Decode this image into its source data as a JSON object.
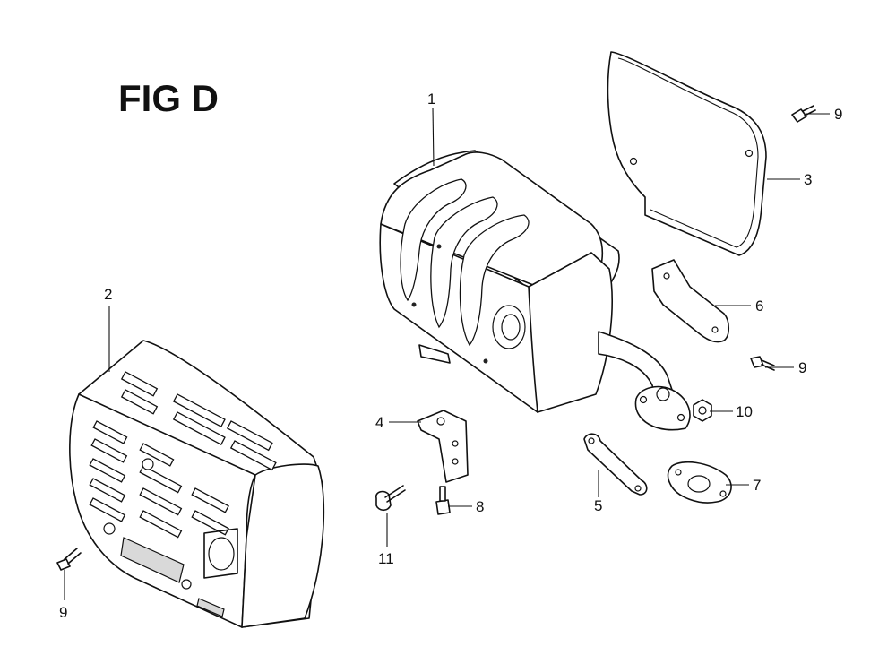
{
  "figure": {
    "title": "FIG D"
  },
  "callouts": [
    {
      "id": "1",
      "label": "1"
    },
    {
      "id": "2",
      "label": "2"
    },
    {
      "id": "3",
      "label": "3"
    },
    {
      "id": "4",
      "label": "4"
    },
    {
      "id": "5",
      "label": "5"
    },
    {
      "id": "6",
      "label": "6"
    },
    {
      "id": "7",
      "label": "7"
    },
    {
      "id": "8",
      "label": "8"
    },
    {
      "id": "9a",
      "label": "9"
    },
    {
      "id": "9b",
      "label": "9"
    },
    {
      "id": "9c",
      "label": "9"
    },
    {
      "id": "10",
      "label": "10"
    },
    {
      "id": "11",
      "label": "11"
    }
  ]
}
